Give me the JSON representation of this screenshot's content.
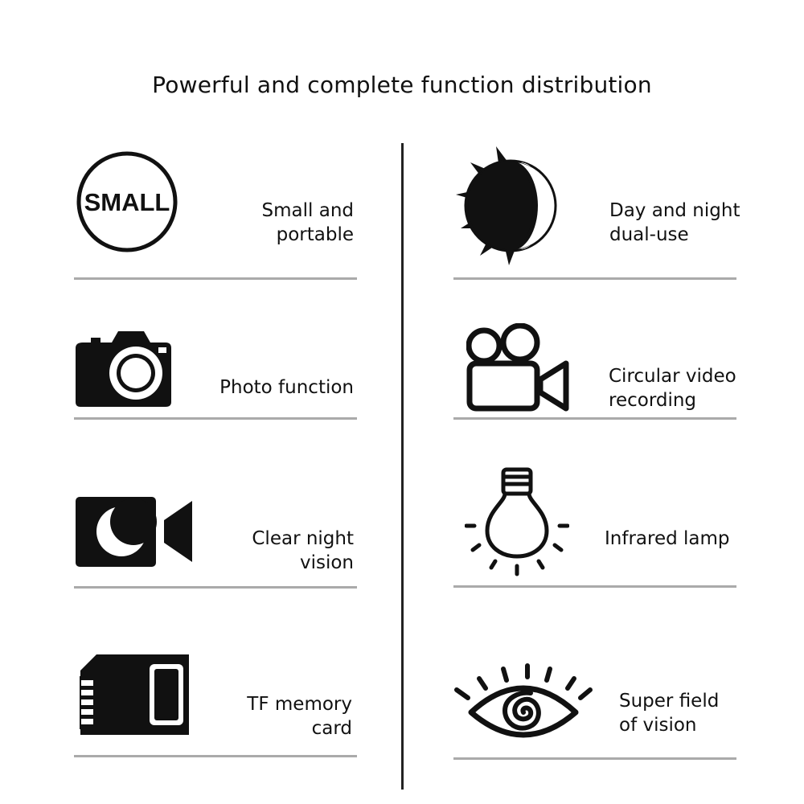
{
  "title": "Powerful and complete function distribution",
  "small_badge_text": "SMALL",
  "left_features": [
    {
      "icon": "small-badge-icon",
      "label": "Small and\nportable"
    },
    {
      "icon": "camera-icon",
      "label": "Photo function"
    },
    {
      "icon": "night-camera-icon",
      "label": "Clear night\nvision"
    },
    {
      "icon": "sd-card-icon",
      "label": "TF memory\ncard"
    }
  ],
  "right_features": [
    {
      "icon": "sun-moon-icon",
      "label": "Day and night\ndual-use"
    },
    {
      "icon": "video-camera-icon",
      "label": "Circular video\nrecording"
    },
    {
      "icon": "light-bulb-icon",
      "label": "Infrared lamp"
    },
    {
      "icon": "eye-icon",
      "label": "Super field\nof vision"
    }
  ],
  "colors": {
    "text": "#111111",
    "separator": "#aaaaaa",
    "divider": "#222222"
  }
}
